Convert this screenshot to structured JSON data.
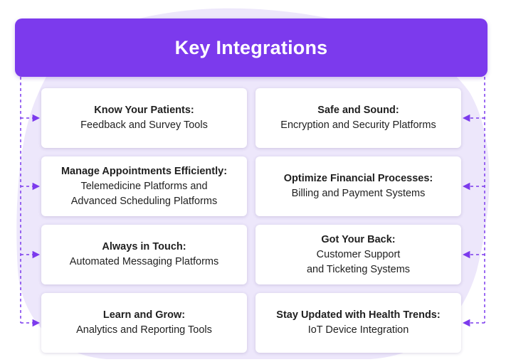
{
  "colors": {
    "header_bg": "#7c3aed",
    "blob": "#ede7fb",
    "connector": "#7c3aed",
    "card_text": "#1f1f1f"
  },
  "header": {
    "title": "Key Integrations"
  },
  "cards": [
    {
      "title": "Know Your Patients:",
      "lines": [
        "Feedback and Survey Tools"
      ]
    },
    {
      "title": "Safe and Sound:",
      "lines": [
        "Encryption and Security Platforms"
      ]
    },
    {
      "title": "Manage Appointments Efficiently:",
      "lines": [
        "Telemedicine Platforms and",
        "Advanced Scheduling Platforms"
      ]
    },
    {
      "title": "Optimize Financial Processes:",
      "lines": [
        "Billing and Payment Systems"
      ]
    },
    {
      "title": "Always in Touch:",
      "lines": [
        "Automated Messaging Platforms"
      ]
    },
    {
      "title": "Got Your Back:",
      "lines": [
        "Customer Support",
        "and Ticketing Systems"
      ]
    },
    {
      "title": "Learn and Grow:",
      "lines": [
        "Analytics and Reporting Tools"
      ]
    },
    {
      "title": "Stay Updated with Health Trends:",
      "lines": [
        "IoT Device Integration"
      ]
    }
  ]
}
